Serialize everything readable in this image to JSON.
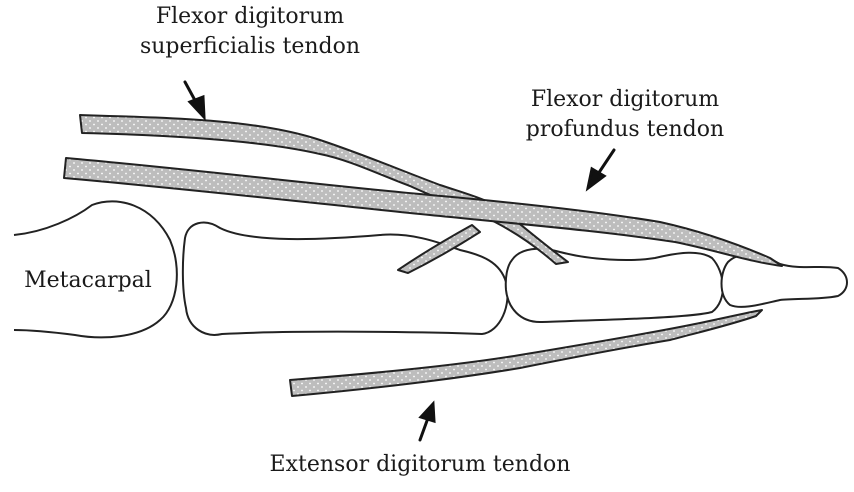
{
  "labels": {
    "fds": [
      "Flexor digitorum",
      "superficialis tendon"
    ],
    "fdp": [
      "Flexor digitorum",
      "profundus tendon"
    ],
    "metacarpal": "Metacarpal",
    "extensor": "Extensor digitorum tendon"
  },
  "colors": {
    "tendon_fill": "#bdbdbd",
    "tendon_dots": "#ffffff",
    "outline": "#222222",
    "bone_fill": "#ffffff"
  }
}
